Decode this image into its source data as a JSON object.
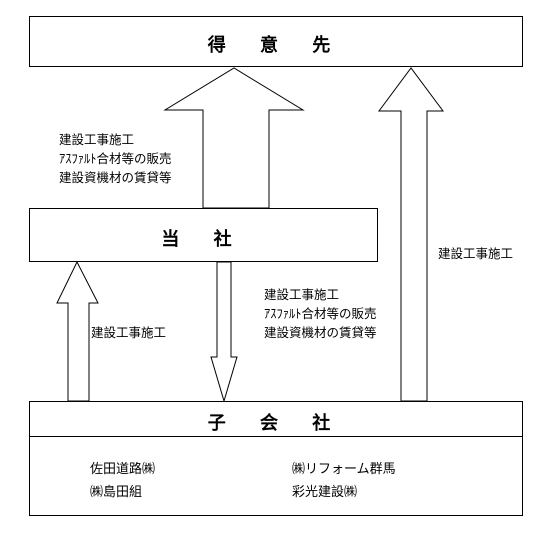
{
  "boxes": {
    "customer": "得 意 先",
    "company": "当 社",
    "subsidiary": "子 会 社"
  },
  "flows": {
    "company_to_customer": [
      "建設工事施工",
      "ｱｽﾌｧﾙﾄ合材等の販売",
      "建設資機材の賃貸等"
    ],
    "company_to_subsidiary": [
      "建設工事施工",
      "ｱｽﾌｧﾙﾄ合材等の販売",
      "建設資機材の賃貸等"
    ],
    "subsidiary_to_company": "建設工事施工",
    "subsidiary_to_customer": "建設工事施工"
  },
  "subsidiaries": {
    "left": [
      "佐田道路㈱",
      "㈱島田組"
    ],
    "right": [
      "㈱リフォーム群馬",
      "彩光建設㈱"
    ]
  }
}
